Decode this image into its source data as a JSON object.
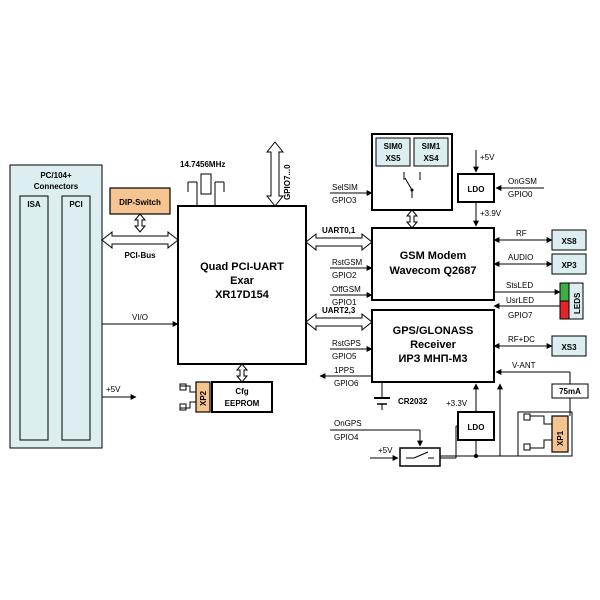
{
  "blocks": {
    "pc104": {
      "title_line1": "PC/104+",
      "title_line2": "Connectors",
      "isa": "ISA",
      "pci": "PCI"
    },
    "dip_switch": "DIP-Switch",
    "pci_bus": "PCI-Bus",
    "vio": "VI/O",
    "plus5v_left": "+5V",
    "crystal": "14.7456MHz",
    "gpio_bus": "GPIO7...0",
    "uart_chip": {
      "line1": "Quad PCI-UART",
      "line2": "Exar",
      "line3": "XR17D154"
    },
    "xp2": "XP2",
    "eeprom": {
      "line1": "Cfg",
      "line2": "EEPROM"
    },
    "sim0": {
      "line1": "SIM0",
      "line2": "XS5"
    },
    "sim1": {
      "line1": "SIM1",
      "line2": "XS4"
    },
    "gsm": {
      "line1": "GSM Modem",
      "line2": "Wavecom Q2687"
    },
    "gps": {
      "line1": "GPS/GLONASS",
      "line2": "Receiver",
      "line3": "ИРЗ МНП-М3"
    },
    "ldo_top": "LDO",
    "ldo_bottom": "LDO",
    "plus5v_top": "+5V",
    "plus3_9v": "+3.9V",
    "plus3_3v": "+3.3V",
    "plus5v_bottom": "+5V",
    "cr2032": "CR2032",
    "xs8": "XS8",
    "xp3": "XP3",
    "xs3": "XS3",
    "xp1": "XP1",
    "leds": "LEDS",
    "current": "75mA"
  },
  "signals": {
    "selsim": {
      "name": "SelSIM",
      "gpio": "GPIO3"
    },
    "ongsm": {
      "name": "OnGSM",
      "gpio": "GPIO0"
    },
    "uart01": "UART0,1",
    "rstgsm": {
      "name": "RstGSM",
      "gpio": "GPIO2"
    },
    "offgsm": {
      "name": "OffGSM",
      "gpio": "GPIO1"
    },
    "uart23": "UART2,3",
    "rstgps": {
      "name": "RstGPS",
      "gpio": "GPIO5"
    },
    "pps": {
      "name": "1PPS",
      "gpio": "GPIO6"
    },
    "ongps": {
      "name": "OnGPS",
      "gpio": "GPIO4"
    },
    "rf": "RF",
    "audio": "AUDIO",
    "stsled": "StsLED",
    "usrled": {
      "name": "UsrLED",
      "gpio": "GPIO7"
    },
    "rfdc": "RF+DC",
    "vant": "V-ANT"
  },
  "colors": {
    "pale_blue": "#dceef0",
    "orange": "#f5c490",
    "led_green": "#3fae49",
    "led_red": "#e0262b"
  }
}
